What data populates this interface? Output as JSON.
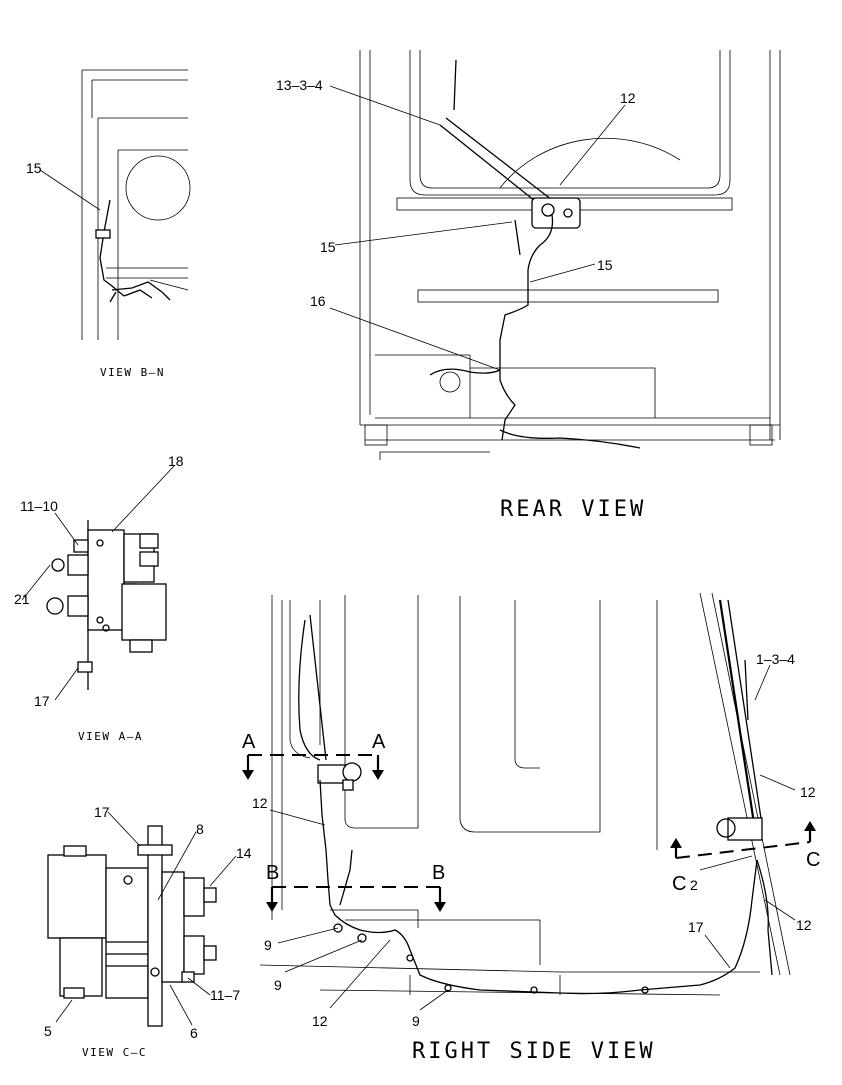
{
  "views": {
    "view_bn": "VIEW B–N",
    "rear": "REAR VIEW",
    "view_aa": "VIEW A–A",
    "right_side": "RIGHT SIDE VIEW",
    "view_cc": "VIEW C–C"
  },
  "section_marks": {
    "a_left": "A",
    "a_right": "A",
    "b_left": "B",
    "b_right": "B",
    "c_left": "C",
    "c_right": "C"
  },
  "callouts": {
    "bn_15": "15",
    "rear_13_3_4": "13–3–4",
    "rear_12": "12",
    "rear_15_left": "15",
    "rear_15_right": "15",
    "rear_16": "16",
    "aa_18": "18",
    "aa_11_10": "11–10",
    "aa_21": "21",
    "aa_17": "17",
    "cc_17": "17",
    "cc_8": "8",
    "cc_14": "14",
    "cc_11_7": "11–7",
    "cc_5": "5",
    "cc_6": "6",
    "rs_1_3_4": "1–3–4",
    "rs_12_top_left": "12",
    "rs_12_right": "12",
    "rs_2": "2",
    "rs_12_lower_right": "12",
    "rs_17": "17",
    "rs_9_a": "9",
    "rs_9_b": "9",
    "rs_12_bottom": "12",
    "rs_9_c": "9"
  }
}
